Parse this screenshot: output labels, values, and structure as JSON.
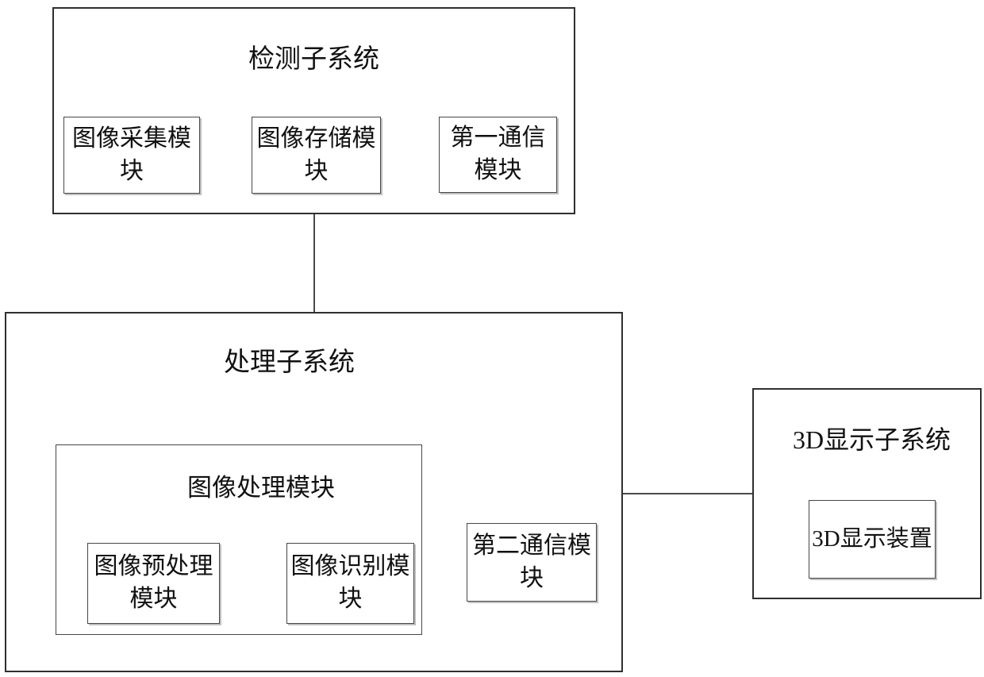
{
  "diagram": {
    "detection_subsystem": {
      "title": "检测子系统",
      "modules": [
        {
          "id": "image-acquisition-module",
          "lines": [
            "图像采集模",
            "块"
          ]
        },
        {
          "id": "image-storage-module",
          "lines": [
            "图像存储模",
            "块"
          ]
        },
        {
          "id": "first-communication-module",
          "lines": [
            "第一通信",
            "模块"
          ]
        }
      ]
    },
    "processing_subsystem": {
      "title": "处理子系统",
      "image_processing_module": {
        "title": "图像处理模块",
        "modules": [
          {
            "id": "image-preprocessing-module",
            "lines": [
              "图像预处理",
              "模块"
            ]
          },
          {
            "id": "image-recognition-module",
            "lines": [
              "图像识别模",
              "块"
            ]
          }
        ]
      },
      "second_communication_module": {
        "lines": [
          "第二通信模",
          "块"
        ]
      }
    },
    "display_subsystem": {
      "title": "3D显示子系统",
      "device_label": "3D显示装置"
    },
    "colors": {
      "line": "#2f2f2f",
      "inner_line": "#474747",
      "background": "#ffffff",
      "text": "#111111"
    }
  }
}
